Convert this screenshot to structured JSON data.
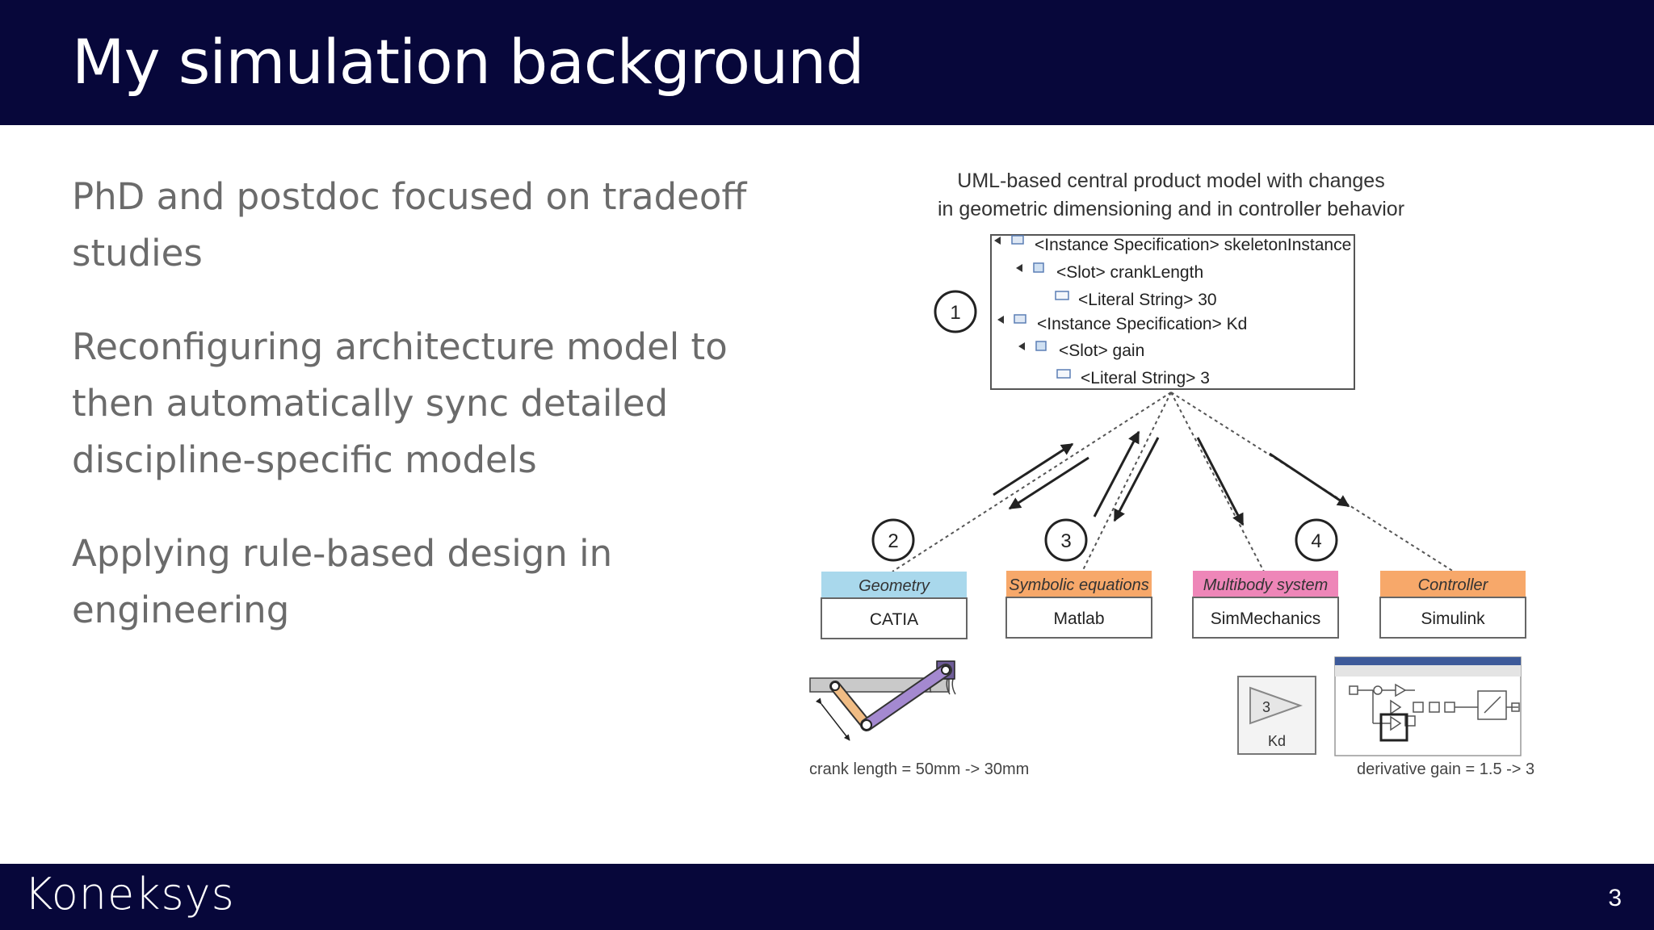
{
  "slide": {
    "title": "My simulation background",
    "bullets": [
      "PhD and postdoc focused on tradeoff studies",
      "Reconfiguring architecture model to then automatically sync detailed discipline-specific models",
      "Applying rule-based design in engineering"
    ],
    "brand": "Koneksys",
    "page_number": "3"
  },
  "diagram": {
    "caption_line1": "UML-based central product model with changes",
    "caption_line2": "in geometric dimensioning and in controller behavior",
    "tree": [
      "<Instance Specification> skeletonInstance",
      "<Slot> crankLength",
      "<Literal String> 30",
      "<Instance Specification> Kd",
      "<Slot> gain",
      "<Literal String> 3"
    ],
    "step_numbers": [
      "1",
      "2",
      "3",
      "4"
    ],
    "tools": [
      {
        "header": "Geometry",
        "name": "CATIA",
        "color": "#a9d8ec"
      },
      {
        "header": "Symbolic equations",
        "name": "Matlab",
        "color": "#f7a86a"
      },
      {
        "header": "Multibody system",
        "name": "SimMechanics",
        "color": "#ee86b8"
      },
      {
        "header": "Controller",
        "name": "Simulink",
        "color": "#f7a86a"
      }
    ],
    "crank_caption": "crank length = 50mm -> 30mm",
    "gain_block_value": "3",
    "gain_block_label": "Kd",
    "gain_caption": "derivative gain = 1.5 -> 3"
  }
}
